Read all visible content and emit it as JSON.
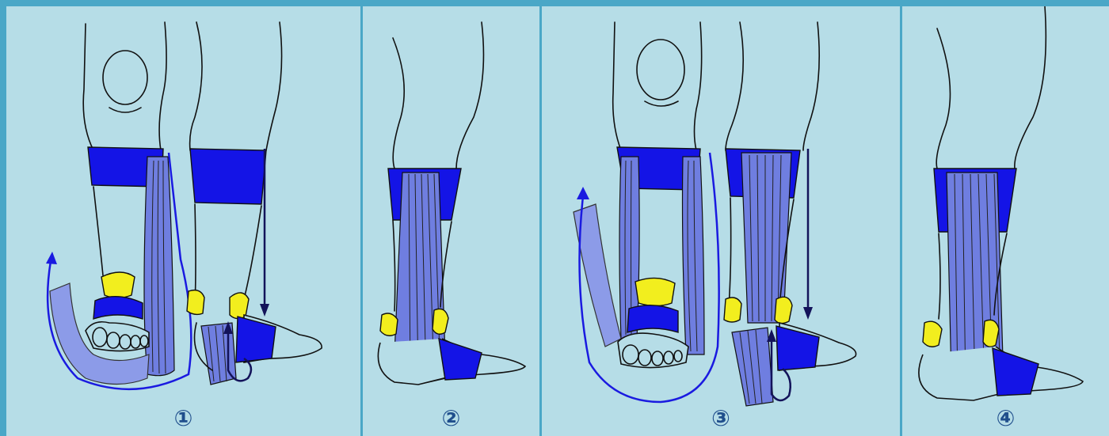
{
  "panels": [
    {
      "number": "①"
    },
    {
      "number": "②"
    },
    {
      "number": "③"
    },
    {
      "number": "④"
    }
  ],
  "colors": {
    "frame": "#4aa7c7",
    "panel_background": "#b6dde7",
    "anchor_band": "#1414e6",
    "tape_strips": "#6f7ee0",
    "felt_pads": "#f2ee1e",
    "number": "#1f4e8c"
  }
}
